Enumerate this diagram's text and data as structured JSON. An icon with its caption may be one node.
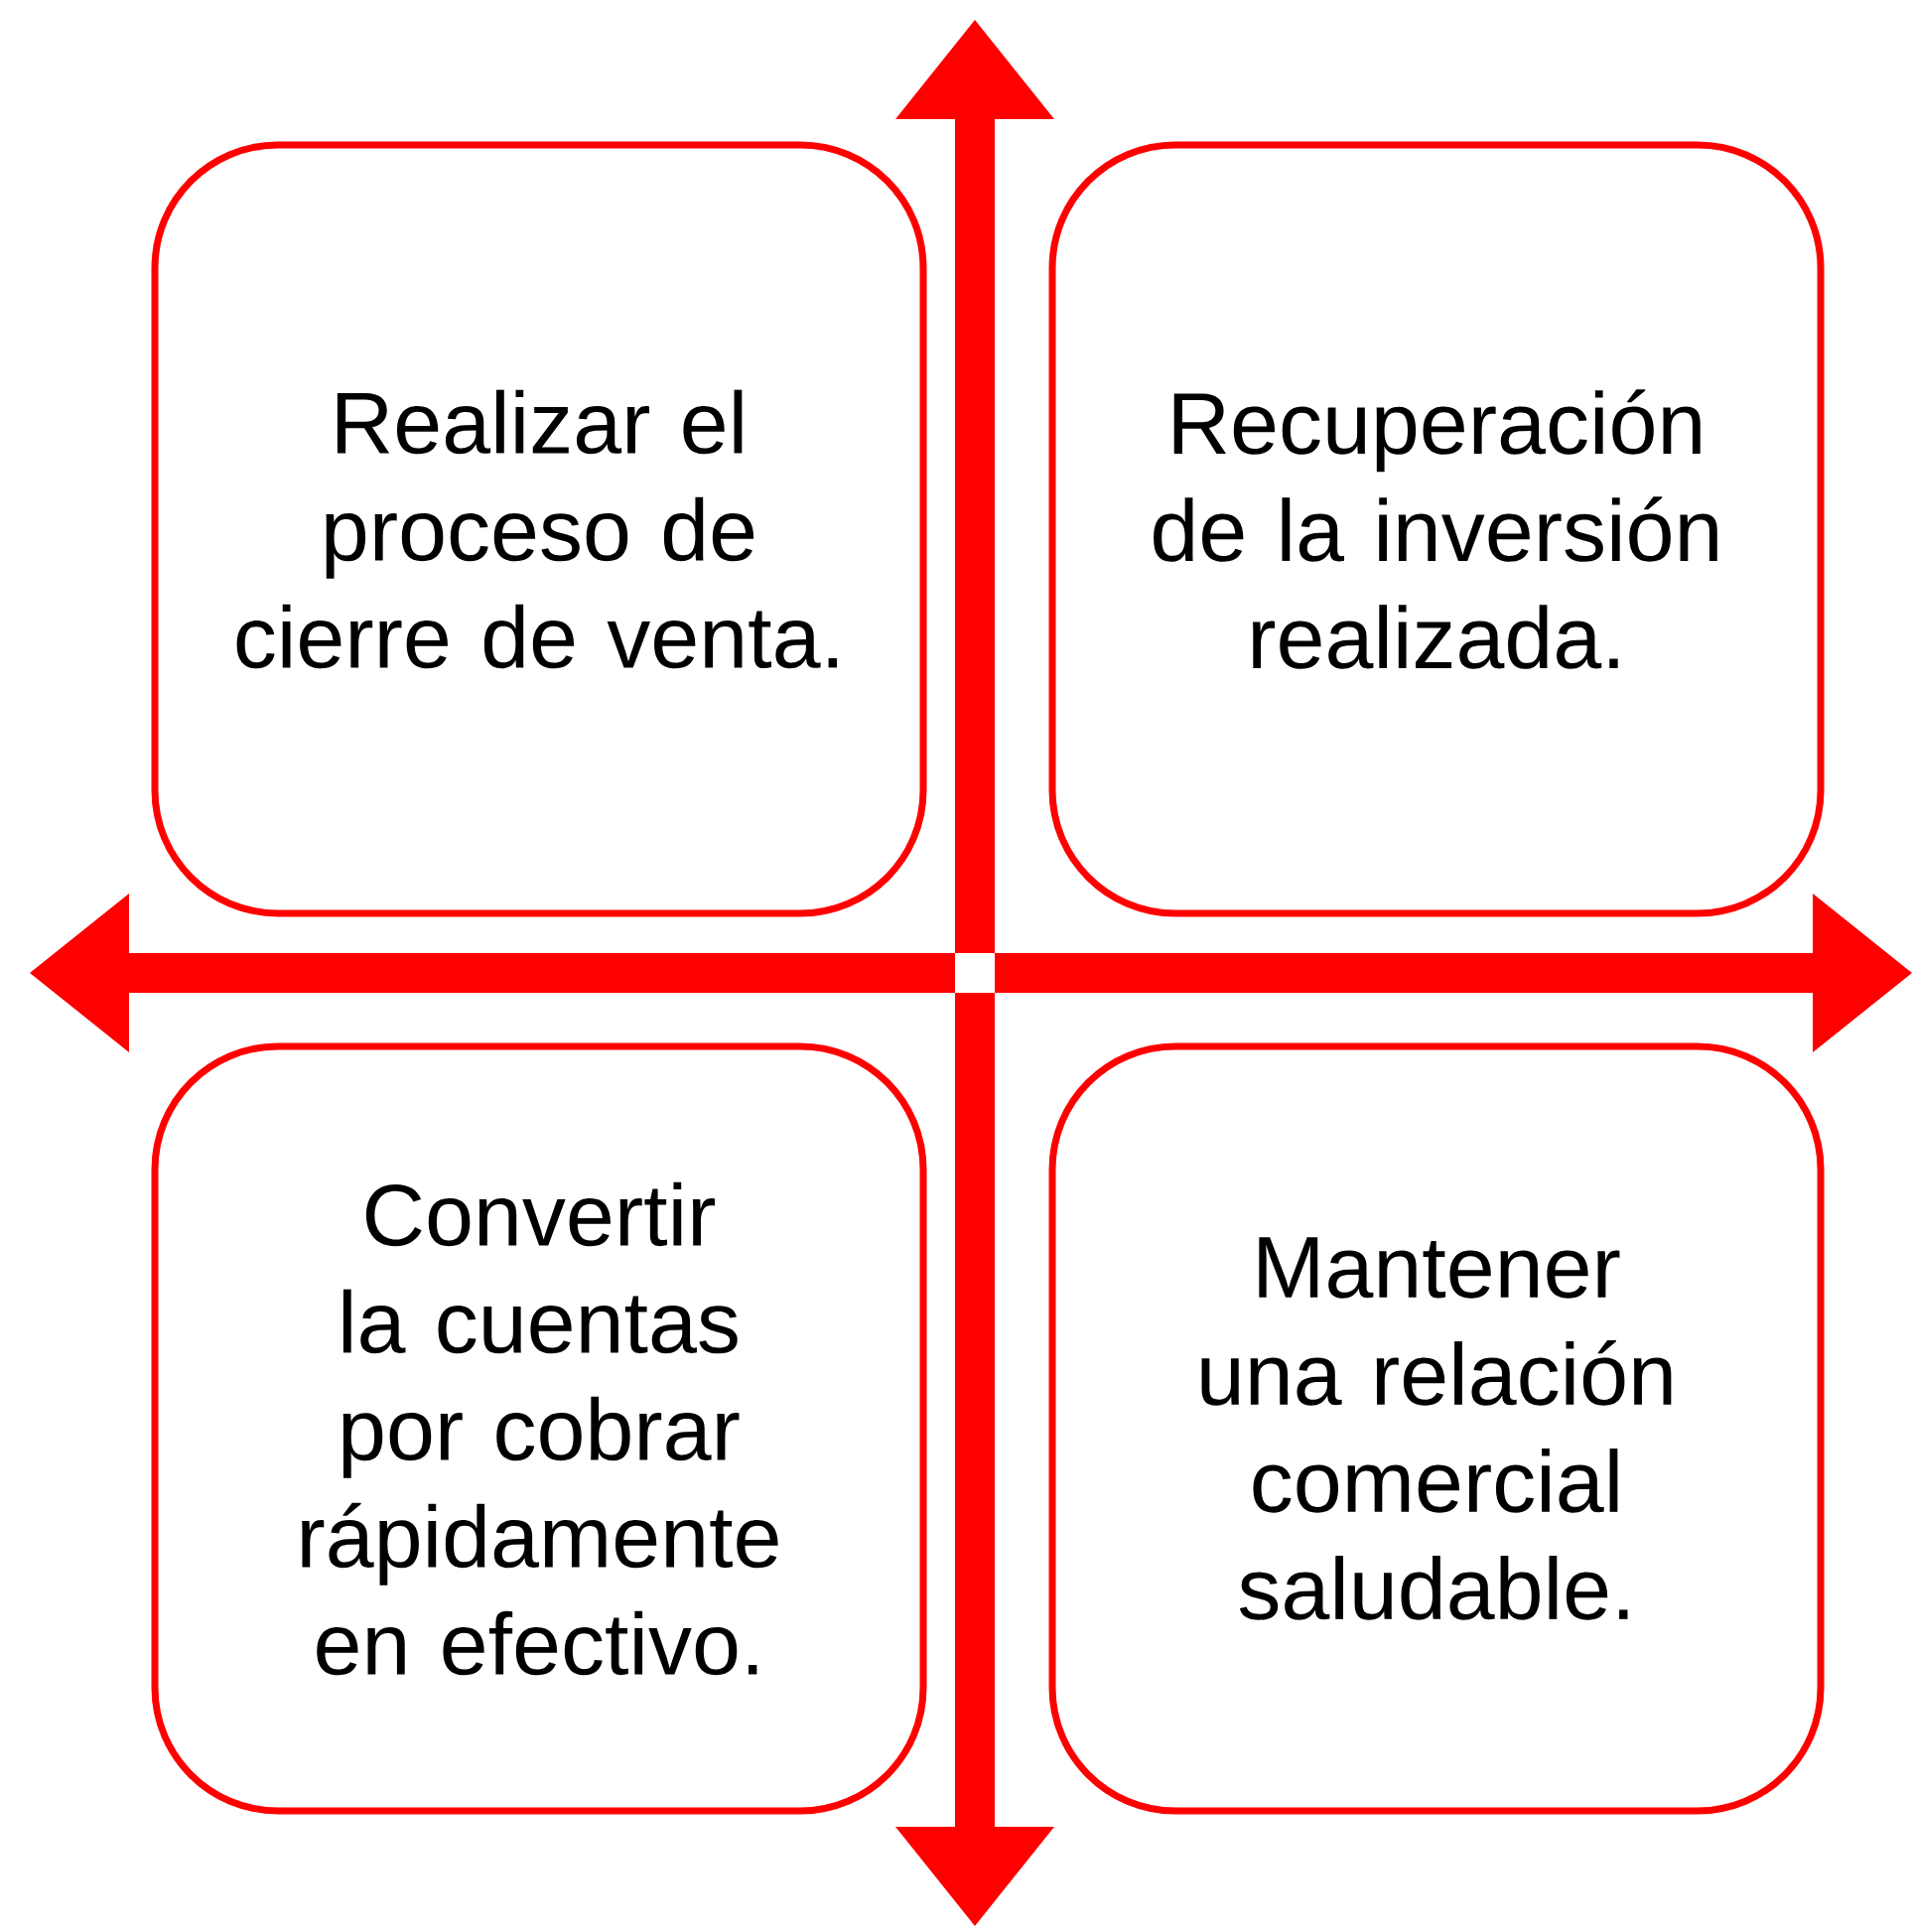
{
  "diagram": {
    "nodes": [
      {
        "text": [
          "Realizar el proceso de cierre de venta."
        ]
      },
      {
        "text": [
          "Recuperación de la inversión realizada."
        ]
      },
      {
        "text": [
          "Convertir la cuentas por cobrar rápidamente en efectivo."
        ]
      },
      {
        "text": [
          "Mantener una relación comercial saludable."
        ]
      }
    ]
  }
}
